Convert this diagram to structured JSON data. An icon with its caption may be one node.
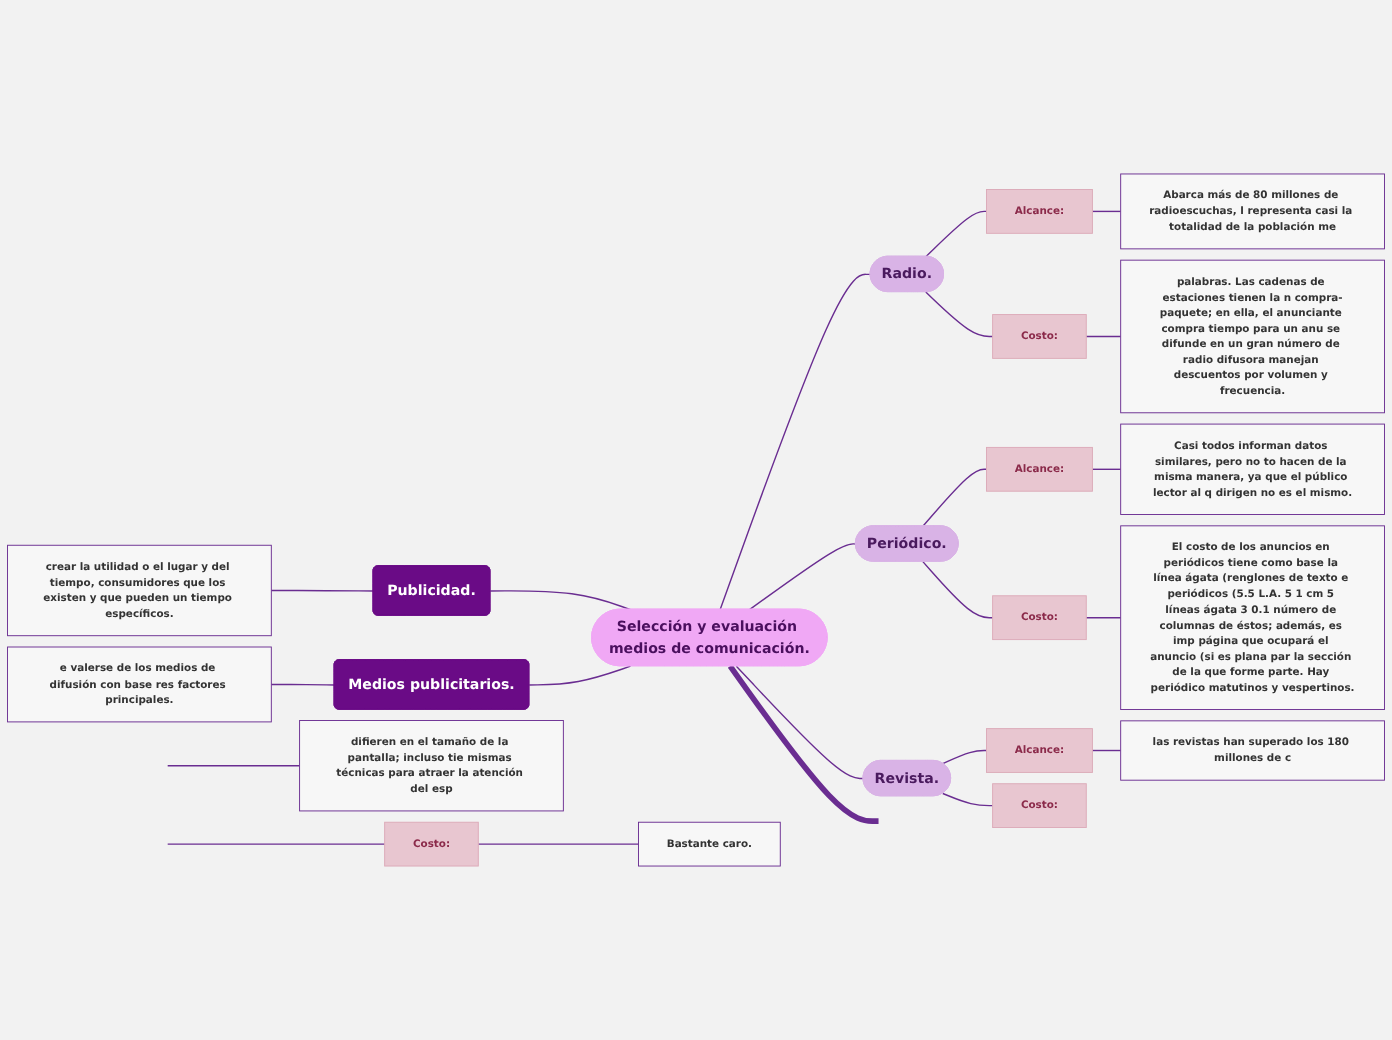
{
  "diagram": {
    "nodes": [
      {
        "text": [
          "Selección y evaluación medios de comunicación."
        ]
      },
      {
        "text": [
          "Publicidad."
        ]
      },
      {
        "text": [
          "crear la utilidad o el lugar y del tiempo, consumidores que los existen y que pueden un tiempo específicos."
        ]
      },
      {
        "text": [
          "Medios publicitarios."
        ]
      },
      {
        "text": [
          "e valerse de los medios de difusión con base res factores principales."
        ]
      },
      {
        "text": [
          "difieren en el tamaño de la pantalla; incluso tie mismas técnicas para atraer la atención del esp"
        ]
      },
      {
        "text": [
          "Costo:"
        ]
      },
      {
        "text": [
          "Bastante caro."
        ]
      },
      {
        "text": [
          "Radio."
        ]
      },
      {
        "text": [
          "Alcance:"
        ]
      },
      {
        "text": [
          "Abarca más de 80 millones de radioescuchas, l representa casi la totalidad de la población me"
        ]
      },
      {
        "text": [
          "Costo:"
        ]
      },
      {
        "text": [
          "palabras. Las cadenas de estaciones tienen la n compra-paquete; en ella, el anunciante compra tiempo para un anu se difunde en un gran número de radio difusora manejan descuentos por volumen y frecuencia."
        ]
      },
      {
        "text": [
          "Periódico."
        ]
      },
      {
        "text": [
          "Alcance:"
        ]
      },
      {
        "text": [
          "Casi todos informan datos similares, pero no to hacen de la misma manera, ya que el público lector al q dirigen no es el mismo."
        ]
      },
      {
        "text": [
          "Costo:"
        ]
      },
      {
        "text": [
          "El costo de los anuncios en periódicos tiene como base la línea ágata (renglones de texto e periódicos (5.5 L.A. 5 1 cm 5 líneas ágata 3 0.1 número de columnas de éstos; además, es imp página que ocupará el anuncio (si es plana par la sección de la que forme parte. Hay periódico matutinos y vespertinos."
        ]
      },
      {
        "text": [
          "Revista."
        ]
      },
      {
        "text": [
          "Alcance:"
        ]
      },
      {
        "text": [
          "las revistas han superado los 180 millones de c"
        ]
      },
      {
        "text": [
          "Costo:"
        ]
      }
    ],
    "edges": [
      {
        "from": 2,
        "to": 1,
        "arrow": "none"
      },
      {
        "from": 1,
        "to": 0,
        "arrow": "none"
      },
      {
        "from": 4,
        "to": 3,
        "arrow": "none"
      },
      {
        "from": 3,
        "to": 0,
        "arrow": "none"
      },
      {
        "from": 0,
        "to": null,
        "arrow": "none",
        "style": "thick"
      },
      {
        "from": null,
        "to": 5,
        "arrow": "none"
      },
      {
        "from": null,
        "to": 6,
        "arrow": "none"
      },
      {
        "from": 6,
        "to": 7,
        "arrow": "none"
      },
      {
        "from": 0,
        "to": 8,
        "arrow": "none"
      },
      {
        "from": 8,
        "to": 9,
        "arrow": "none"
      },
      {
        "from": 9,
        "to": 10,
        "arrow": "none"
      },
      {
        "from": 8,
        "to": 11,
        "arrow": "none"
      },
      {
        "from": 11,
        "to": 12,
        "arrow": "none"
      },
      {
        "from": 0,
        "to": 13,
        "arrow": "none"
      },
      {
        "from": 13,
        "to": 14,
        "arrow": "none"
      },
      {
        "from": 14,
        "to": 15,
        "arrow": "none"
      },
      {
        "from": 13,
        "to": 16,
        "arrow": "none"
      },
      {
        "from": 16,
        "to": 17,
        "arrow": "none"
      },
      {
        "from": 0,
        "to": 18,
        "arrow": "none"
      },
      {
        "from": 18,
        "to": 19,
        "arrow": "none"
      },
      {
        "from": 19,
        "to": 20,
        "arrow": "none"
      },
      {
        "from": 18,
        "to": 21,
        "arrow": "none"
      }
    ]
  }
}
